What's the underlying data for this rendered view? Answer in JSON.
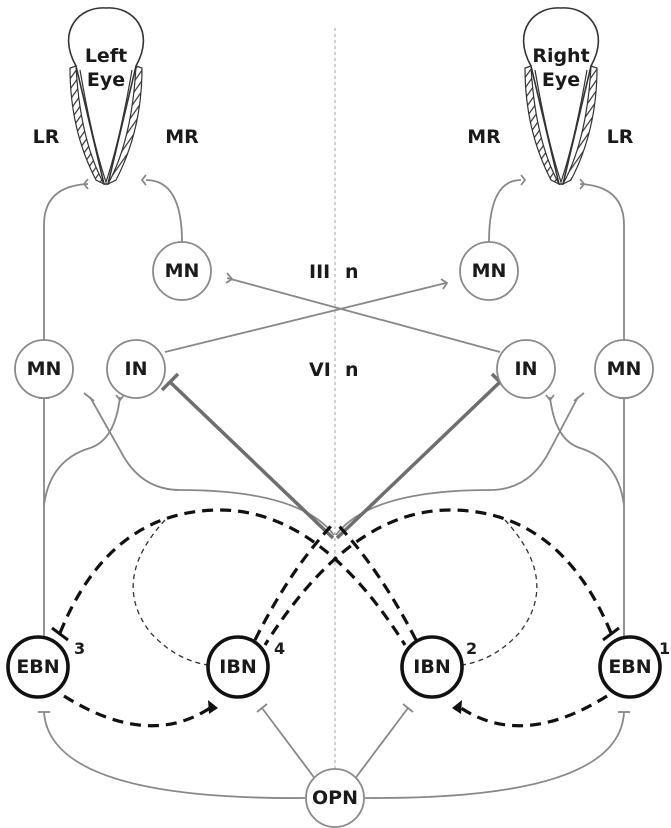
{
  "eyes": {
    "left": {
      "line1": "Left",
      "line2": "Eye"
    },
    "right": {
      "line1": "Right",
      "line2": "Eye"
    }
  },
  "muscles": {
    "left_lateral": "LR",
    "left_medial": "MR",
    "right_medial": "MR",
    "right_lateral": "LR"
  },
  "nuclei": {
    "third": {
      "roman": "III",
      "suffix": "n"
    },
    "sixth": {
      "roman": "VI",
      "suffix": "n"
    }
  },
  "nodes": {
    "mn_left_upper": "MN",
    "mn_right_upper": "MN",
    "mn_left_lower": "MN",
    "in_left": "IN",
    "in_right": "IN",
    "mn_right_lower": "MN",
    "ebn_left": "EBN",
    "ibn_left": "IBN",
    "ibn_right": "IBN",
    "ebn_right": "EBN",
    "opn": "OPN"
  },
  "numbers": {
    "ebn_left": "3",
    "ibn_left": "4",
    "ibn_right": "2",
    "ebn_right": "1"
  },
  "colors": {
    "thin_pathway": "#888888",
    "bold_dashed": "#111111",
    "thin_dashed": "#333333",
    "midline": "#bbbbbb"
  }
}
